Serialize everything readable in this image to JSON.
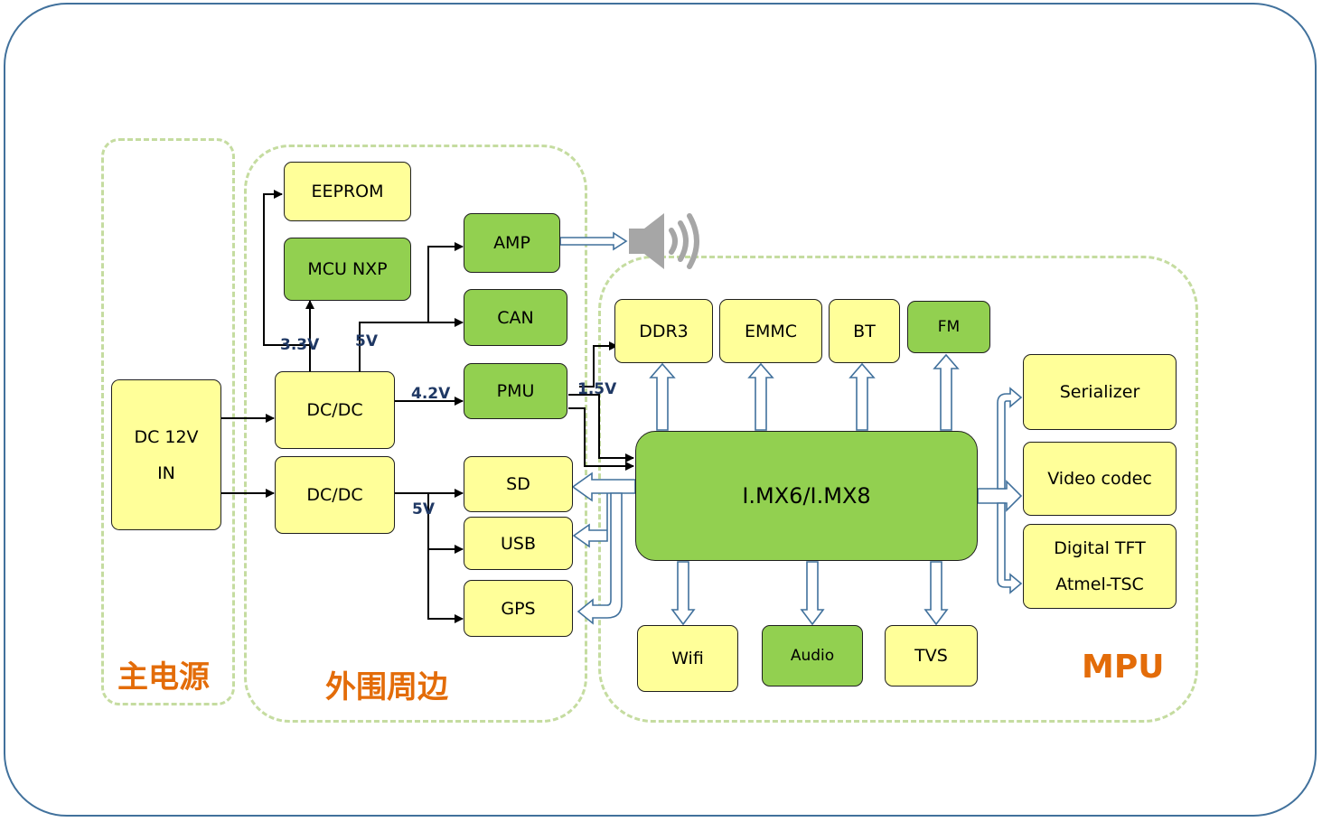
{
  "regions": {
    "main_power": "主电源",
    "peripherals": "外围周边",
    "mpu": "MPU"
  },
  "blocks": {
    "dc_in_line1": "DC 12V",
    "dc_in_line2": "IN",
    "dcdc_top": "DC/DC",
    "dcdc_bottom": "DC/DC",
    "eeprom": "EEPROM",
    "mcu": "MCU NXP",
    "amp": "AMP",
    "can": "CAN",
    "pmu": "PMU",
    "sd": "SD",
    "usb": "USB",
    "gps": "GPS",
    "ddr3": "DDR3",
    "emmc": "EMMC",
    "bt": "BT",
    "fm": "FM",
    "soc": "I.MX6/I.MX8",
    "wifi": "Wifi",
    "audio": "Audio",
    "tvs": "TVS",
    "serializer": "Serializer",
    "video_codec": "Video codec",
    "tft_line1": "Digital TFT",
    "tft_line2": "Atmel-TSC"
  },
  "voltages": {
    "v33": "3.3V",
    "v5_top": "5V",
    "v42": "4.2V",
    "v15": "1.5V",
    "v5_bottom": "5V"
  },
  "colors": {
    "yellow_block": "#ffff99",
    "green_block": "#92d050",
    "region_border": "#c5dca0",
    "region_label": "#e36c09",
    "voltage_label": "#1f3864",
    "outer_frame": "#41719c"
  },
  "icons": {
    "speaker": "speaker-icon"
  }
}
